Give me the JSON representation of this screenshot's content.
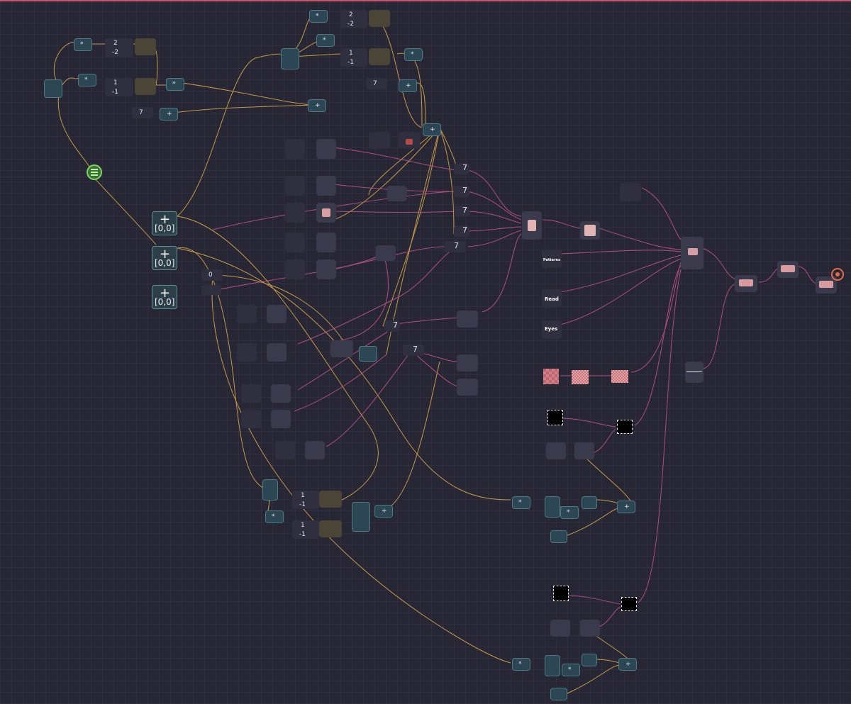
{
  "canvas": {
    "background": "#262635",
    "accent_wire_yellow": "#e6b450",
    "accent_wire_pink": "#c85a84"
  },
  "labels": {
    "frame_label": "[0,0]",
    "frame2_label": "[0,0]",
    "frame3_label": "[0,0]",
    "mult": "*",
    "add": "+",
    "two": "2",
    "neg_two": "-2",
    "one": "1",
    "neg_one": "-1",
    "seven": "7",
    "zero": "0",
    "text_read": "Read",
    "text_eyes": "Eyes",
    "text_patterns": "Patterns",
    "dots": "..."
  },
  "icons": {
    "graph": "graph-icon",
    "output": "eye-icon"
  }
}
